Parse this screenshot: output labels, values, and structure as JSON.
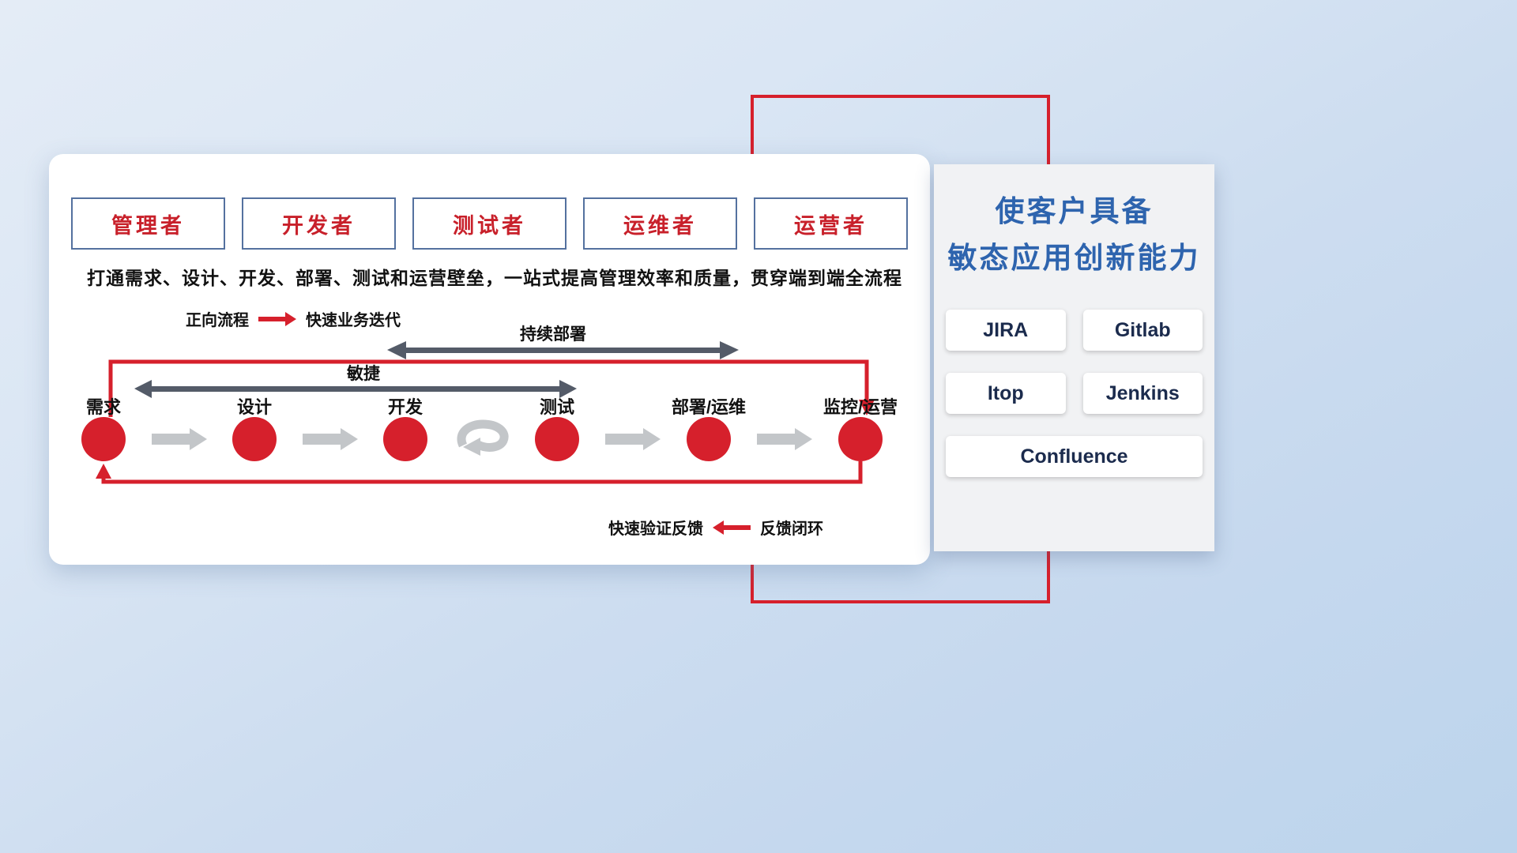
{
  "roles": [
    "管理者",
    "开发者",
    "测试者",
    "运维者",
    "运营者"
  ],
  "subtitle": "打通需求、设计、开发、部署、测试和运营壁垒，一站式提高管理效率和质量，贯穿端到端全流程",
  "legend_forward": {
    "label": "正向流程",
    "desc": "快速业务迭代"
  },
  "legend_feedback": {
    "label": "快速验证反馈",
    "desc": "反馈闭环"
  },
  "flow": {
    "stages": [
      "需求",
      "设计",
      "开发",
      "测试",
      "部署/运维",
      "监控/运营"
    ],
    "agile_label": "敏捷",
    "cd_label": "持续部署"
  },
  "right_panel": {
    "title_line1": "使客户具备",
    "title_line2": "敏态应用创新能力",
    "tools": [
      "JIRA",
      "Gitlab",
      "Itop",
      "Jenkins",
      "Confluence"
    ]
  },
  "colors": {
    "red": "#d6202c",
    "blue": "#2e64ae",
    "dark_arrow": "#545b68",
    "gray_arrow": "#c3c6c9"
  }
}
